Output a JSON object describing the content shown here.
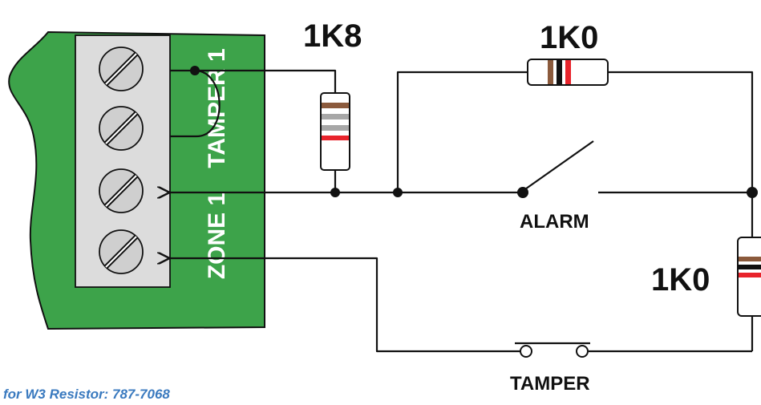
{
  "labels": {
    "resistor_tamper": "1K8",
    "resistor_top": "1K0",
    "resistor_right": "1K0",
    "alarm": "ALARM",
    "tamper_switch": "TAMPER",
    "board_tamper": "TAMPER 1",
    "board_zone": "ZONE 1"
  },
  "footer": {
    "text": "for W3 Resistor: 787-7068"
  },
  "colors": {
    "board_green": "#3da34a",
    "terminal_grey": "#dcdcdc",
    "wire": "#111111",
    "band_brown": "#8b5a3c",
    "band_red": "#e8242c",
    "band_black": "#111111",
    "band_grey": "#a7a7a7",
    "footer_blue": "#3a7abf"
  },
  "icons": {
    "terminal_screw": "slotted-screw-icon",
    "wire_arrow": "arrow-left-icon"
  }
}
